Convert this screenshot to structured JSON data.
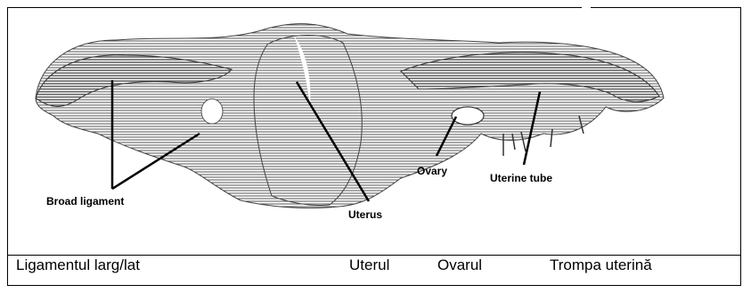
{
  "labels": {
    "broad_ligament": "Broad ligament",
    "uterus": "Uterus",
    "ovary": "Ovary",
    "uterine_tube": "Uterine tube"
  },
  "captions": {
    "broad_ligament": "Ligamentul larg/lat",
    "uterus": "Uterul",
    "ovary": "Ovarul",
    "uterine_tube": "Trompa uterină"
  }
}
